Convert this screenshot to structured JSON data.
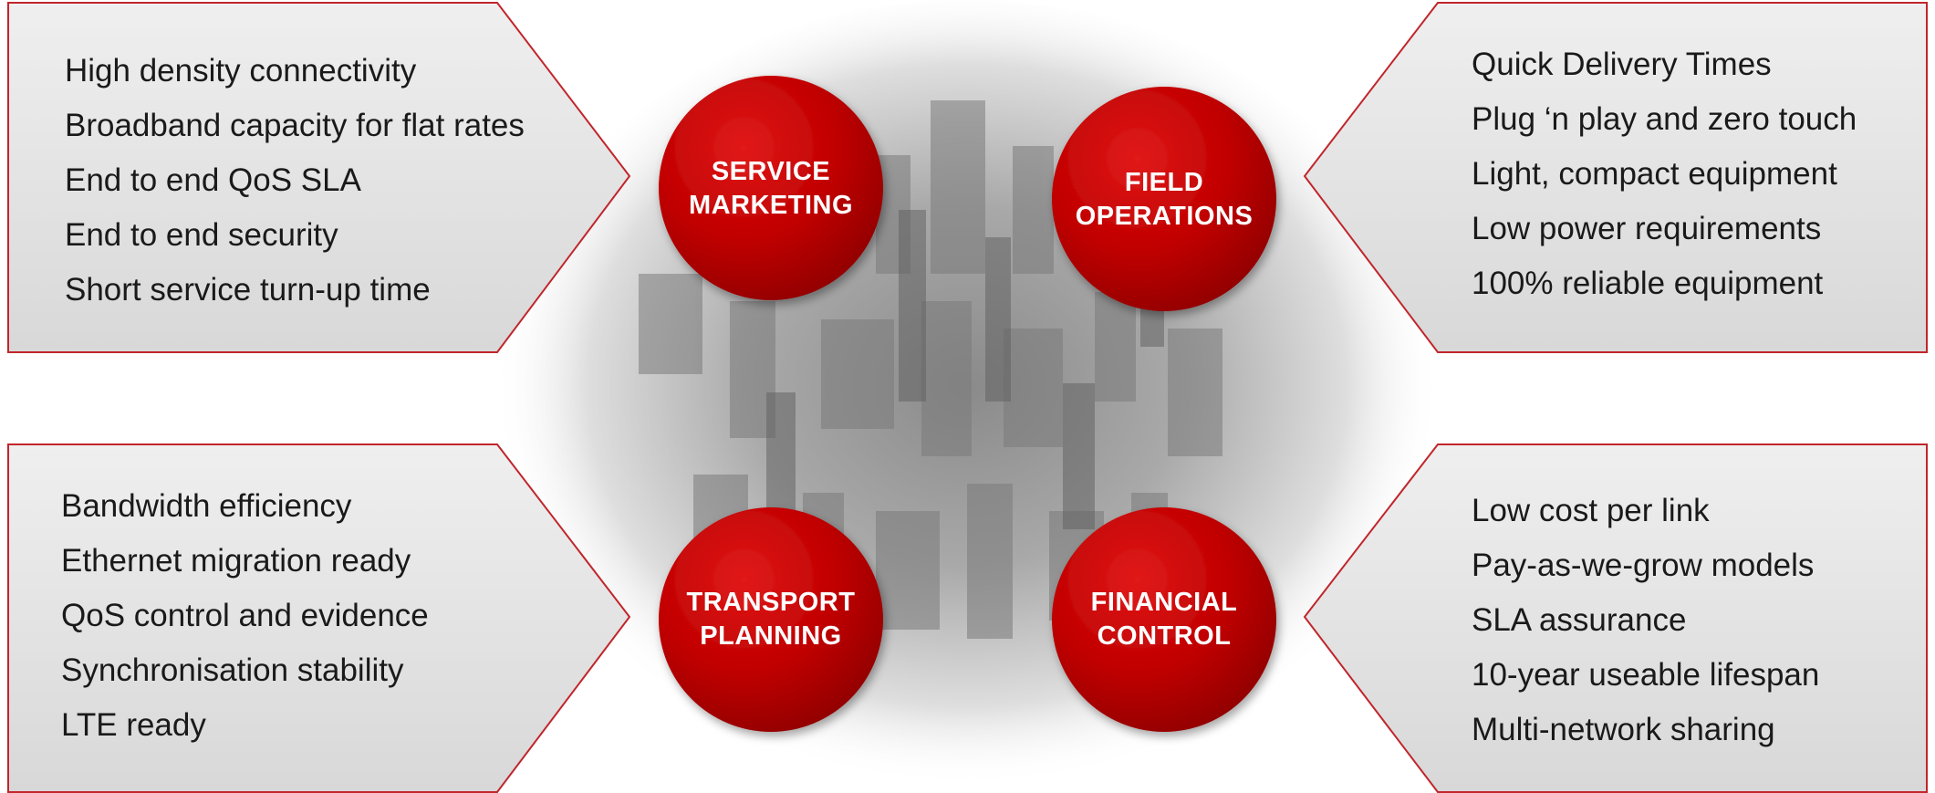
{
  "colors": {
    "accent_red": "#c00000",
    "panel_border": "#c0262b",
    "panel_fill_top": "#ececec",
    "panel_fill_bottom": "#d9d9d9",
    "text": "#1a1a1a"
  },
  "quadrants": {
    "service_marketing": {
      "label_line1": "SERVICE",
      "label_line2": "MARKETING",
      "items": [
        "High density connectivity",
        "Broadband capacity for flat rates",
        "End to end QoS SLA",
        "End to end security",
        "Short service turn-up time"
      ]
    },
    "field_operations": {
      "label_line1": "FIELD",
      "label_line2": "OPERATIONS",
      "items": [
        "Quick Delivery Times",
        "Plug ‘n play and zero touch",
        "Light, compact equipment",
        "Low power requirements",
        "100% reliable equipment"
      ]
    },
    "transport_planning": {
      "label_line1": "TRANSPORT",
      "label_line2": "PLANNING",
      "items": [
        "Bandwidth efficiency",
        "Ethernet migration ready",
        "QoS control and evidence",
        "Synchronisation stability",
        "LTE ready"
      ]
    },
    "financial_control": {
      "label_line1": "FINANCIAL",
      "label_line2": "CONTROL",
      "items": [
        "Low cost per link",
        "Pay-as-we-grow models",
        "SLA assurance",
        "10-year useable lifespan",
        "Multi-network sharing"
      ]
    }
  }
}
